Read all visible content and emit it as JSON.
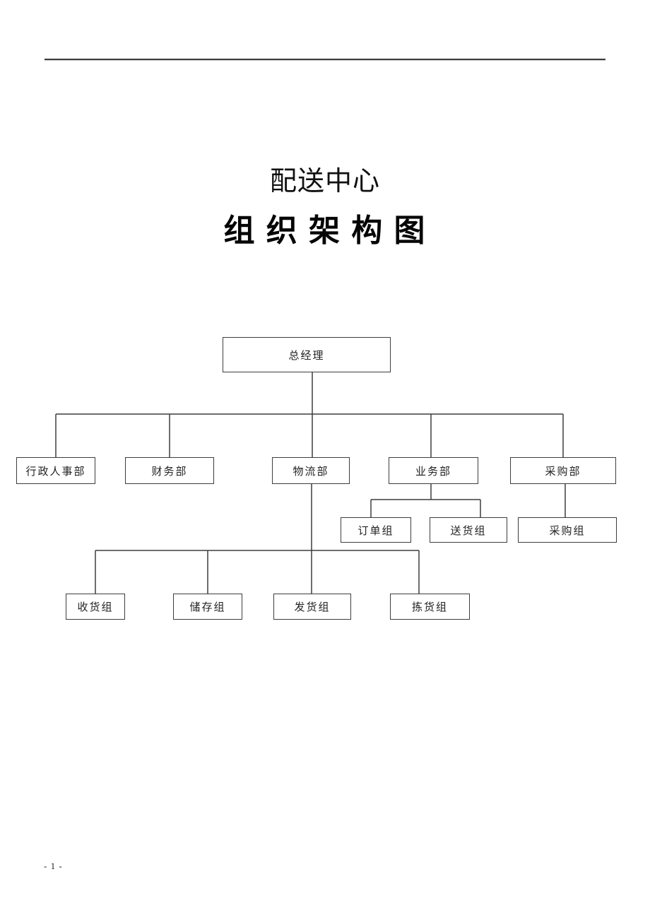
{
  "document": {
    "title": "配送中心",
    "subtitle": "组 织 架 构 图",
    "page_number": "- 1 -"
  },
  "colors": {
    "background": "#ffffff",
    "line": "#3d3d3d",
    "text": "#1a1a1a"
  },
  "chart": {
    "type": "org-chart",
    "root": {
      "label": "总经理"
    },
    "departments": [
      {
        "label": "行政人事部"
      },
      {
        "label": "财务部"
      },
      {
        "label": "物流部"
      },
      {
        "label": "业务部"
      },
      {
        "label": "采购部"
      }
    ],
    "business_groups": [
      {
        "label": "订单组"
      },
      {
        "label": "送货组"
      }
    ],
    "purchasing_groups": [
      {
        "label": "采购组"
      }
    ],
    "logistics_groups": [
      {
        "label": "收货组"
      },
      {
        "label": "储存组"
      },
      {
        "label": "发货组"
      },
      {
        "label": "拣货组"
      }
    ]
  }
}
